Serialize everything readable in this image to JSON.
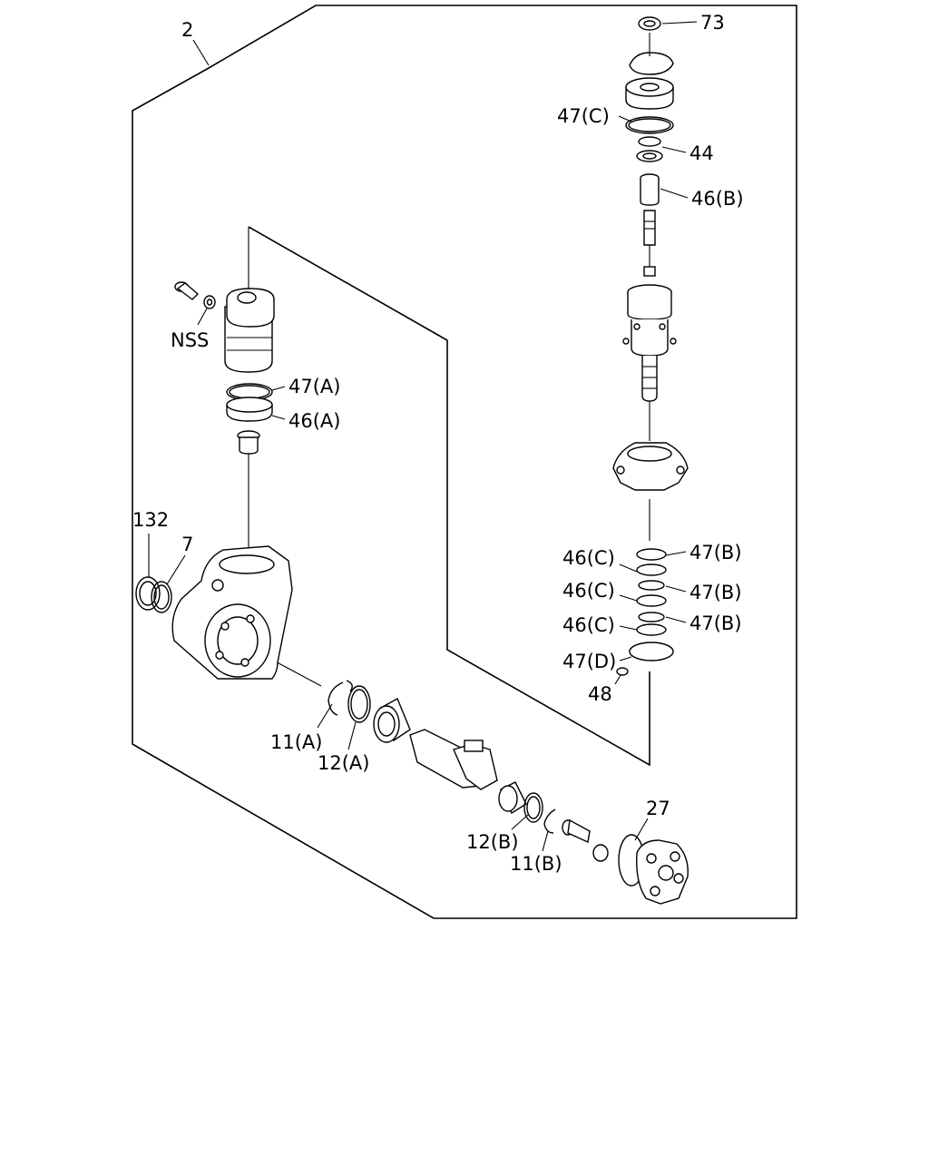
{
  "callouts": {
    "c2": "2",
    "c73": "73",
    "c47C": "47(C)",
    "c44": "44",
    "c46B": "46(B)",
    "cNSS": "NSS",
    "c47A": "47(A)",
    "c46A": "46(A)",
    "c132": "132",
    "c7": "7",
    "c46C1": "46(C)",
    "c47B1": "47(B)",
    "c46C2": "46(C)",
    "c47B2": "47(B)",
    "c46C3": "46(C)",
    "c47B3": "47(B)",
    "c47D": "47(D)",
    "c48": "48",
    "c11A": "11(A)",
    "c12A": "12(A)",
    "c27": "27",
    "c12B": "12(B)",
    "c11B": "11(B)"
  }
}
